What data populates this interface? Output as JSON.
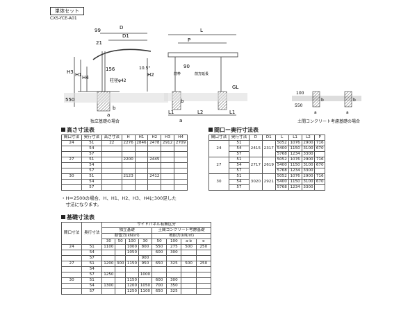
{
  "header": {
    "tag": "単体セット",
    "code": "CXS-YCE-A01"
  },
  "diagram": {
    "side": {
      "labels": [
        "99",
        "D",
        "D1",
        "21",
        "156",
        "10.5°",
        "H3",
        "H1",
        "H4",
        "H2",
        "550",
        "柱径φ42",
        "b",
        "a"
      ]
    },
    "front": {
      "labels": [
        "L",
        "P",
        "90",
        "前枠",
        "前方延長",
        "GL",
        "L1",
        "L2",
        "L1",
        "b",
        "a"
      ]
    },
    "small": {
      "labels": [
        "100",
        "550",
        "b",
        "a",
        "b",
        "a"
      ]
    },
    "caption_left": "独立基礎の場合",
    "caption_right": "土間コンクリート考慮基礎の場合"
  },
  "height_table": {
    "title": "高さ寸法表",
    "headers": [
      "間口寸法",
      "奥行寸法",
      "高さ寸法",
      "H",
      "H1",
      "H2",
      "H3",
      "H4"
    ],
    "rows": [
      [
        "24",
        "51",
        "22",
        "2276",
        "2846",
        "2478",
        "2912",
        "2709"
      ],
      [
        "",
        "54",
        "",
        "",
        "",
        "",
        "",
        ""
      ],
      [
        "",
        "57",
        "",
        "",
        "",
        "",
        "",
        ""
      ],
      [
        "27",
        "51",
        "",
        "2200",
        "",
        "2445",
        "",
        ""
      ],
      [
        "",
        "54",
        "",
        "",
        "",
        "",
        "",
        ""
      ],
      [
        "",
        "57",
        "",
        "",
        "",
        "",
        "",
        ""
      ],
      [
        "30",
        "51",
        "",
        "2123",
        "",
        "2412",
        "",
        ""
      ],
      [
        "",
        "54",
        "",
        "",
        "",
        "",
        "",
        ""
      ],
      [
        "",
        "57",
        "",
        "",
        "",
        "",
        "",
        ""
      ]
    ],
    "note1": "・H＝2500の場合、H、H1、H2、H3、H4に300足した",
    "note2": "　寸法になります。"
  },
  "width_table": {
    "title": "間口ー奥行寸法表",
    "headers": [
      "間口寸法",
      "奥行寸法",
      "D",
      "D1",
      "L",
      "L1",
      "L2",
      "P"
    ],
    "groups": [
      {
        "w": "24",
        "D": "2415",
        "D1": "2317",
        "rows": [
          [
            "51",
            "5052",
            "1076",
            "2900",
            "716"
          ],
          [
            "54",
            "5400",
            "1150",
            "3100",
            "670"
          ],
          [
            "57",
            "5768",
            "1234",
            "3300",
            ""
          ]
        ]
      },
      {
        "w": "27",
        "D": "2717",
        "D1": "2619",
        "rows": [
          [
            "51",
            "5052",
            "1076",
            "2900",
            "716"
          ],
          [
            "54",
            "5400",
            "1150",
            "3100",
            "670"
          ],
          [
            "57",
            "5768",
            "1234",
            "3300",
            ""
          ]
        ]
      },
      {
        "w": "30",
        "D": "3020",
        "D1": "2921",
        "rows": [
          [
            "51",
            "5052",
            "1076",
            "2900",
            "716"
          ],
          [
            "54",
            "5400",
            "1150",
            "3100",
            "670"
          ],
          [
            "57",
            "5768",
            "1234",
            "3300",
            ""
          ]
        ]
      }
    ]
  },
  "foundation_table": {
    "title": "基礎寸法表",
    "top_header": "サイドパネル有無区分",
    "independent": "独立基礎",
    "concrete": "土間コンクリート考慮基礎",
    "load1": "耐雪力(kN/㎡)",
    "load2": "地耐力(kN/㎡)",
    "headers": [
      "間口寸法",
      "奥行寸法"
    ],
    "cols": [
      "30",
      "50",
      "100",
      "30",
      "50",
      "100"
    ],
    "sub": [
      "a·b",
      "e"
    ],
    "rows": [
      [
        "24",
        "51",
        "1100",
        "",
        "1000",
        "800",
        "550",
        "275",
        "500",
        "250"
      ],
      [
        "",
        "54",
        "",
        "",
        "1050",
        "",
        "600",
        "300",
        "",
        ""
      ],
      [
        "",
        "57",
        "",
        "",
        "",
        "900",
        "",
        "",
        "",
        ""
      ],
      [
        "27",
        "51",
        "1200",
        "300",
        "1150",
        "950",
        "650",
        "325",
        "500",
        "250"
      ],
      [
        "",
        "54",
        "",
        "",
        "",
        "",
        "",
        "",
        "",
        ""
      ],
      [
        "",
        "57",
        "1250",
        "",
        "",
        "1000",
        "",
        "",
        "",
        ""
      ],
      [
        "30",
        "51",
        "",
        "",
        "1150",
        "",
        "600",
        "300",
        "",
        ""
      ],
      [
        "",
        "54",
        "1300",
        "",
        "1200",
        "1050",
        "700",
        "350",
        "",
        ""
      ],
      [
        "",
        "57",
        "",
        "",
        "1250",
        "1100",
        "650",
        "325",
        "",
        ""
      ]
    ]
  }
}
